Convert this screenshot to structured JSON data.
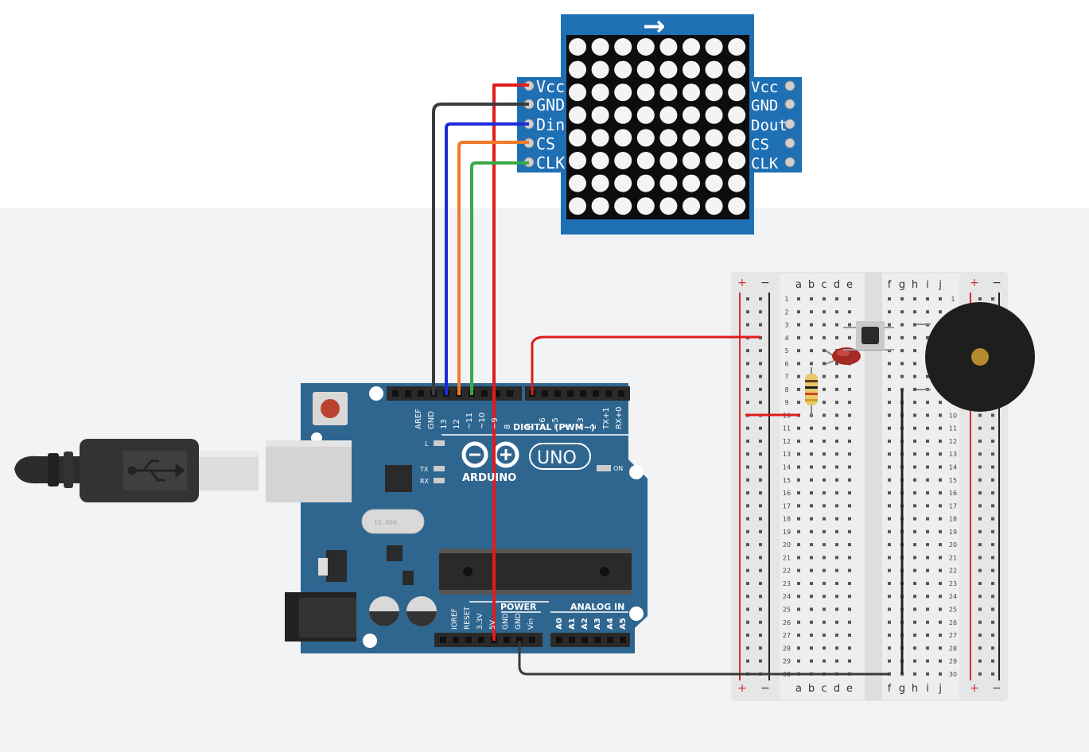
{
  "colors": {
    "workspace": "#f2f3f5",
    "arduino_board": "#2f6690",
    "matrix_board": "#1f6fb4",
    "wire_red": "#e11b1b",
    "wire_black": "#3a3a3a",
    "wire_blue": "#1c2bdb",
    "wire_orange": "#ef7a2c",
    "wire_green": "#3aa84a",
    "breadboard": "#eeeeee"
  },
  "matrix": {
    "arrow": "→",
    "left_pins": [
      "Vcc",
      "GND",
      "Din",
      "CS",
      "CLK"
    ],
    "right_pins": [
      "Vcc",
      "GND",
      "Dout",
      "CS",
      "CLK"
    ],
    "rows": 8,
    "cols": 8
  },
  "arduino": {
    "logo": "ARDUINO",
    "model": "UNO",
    "digital_label": "DIGITAL (PWM~)",
    "top_pins": [
      "AREF",
      "GND",
      "13",
      "12",
      "~11",
      "~10",
      "~9",
      "8",
      "7",
      "~6",
      "~5",
      "4",
      "~3",
      "2",
      "TX+1",
      "RX+0"
    ],
    "led_l": "L",
    "led_tx": "TX",
    "led_rx": "RX",
    "led_on": "ON",
    "power_label": "POWER",
    "analog_label": "ANALOG IN",
    "power_pins": [
      "IOREF",
      "RESET",
      "3.3V",
      "5V",
      "GND",
      "GND",
      "Vin"
    ],
    "analog_pins": [
      "A0",
      "A1",
      "A2",
      "A3",
      "A4",
      "A5"
    ]
  },
  "breadboard": {
    "left_cols": [
      "a",
      "b",
      "c",
      "d",
      "e"
    ],
    "right_cols": [
      "f",
      "g",
      "h",
      "i",
      "j"
    ],
    "plus": "+",
    "minus": "−",
    "rows": [
      "1",
      "2",
      "3",
      "4",
      "5",
      "6",
      "7",
      "8",
      "9",
      "10",
      "11",
      "12",
      "13",
      "14",
      "15",
      "16",
      "17",
      "18",
      "19",
      "20",
      "21",
      "22",
      "23",
      "24",
      "25",
      "26",
      "27",
      "28",
      "29",
      "30"
    ]
  }
}
